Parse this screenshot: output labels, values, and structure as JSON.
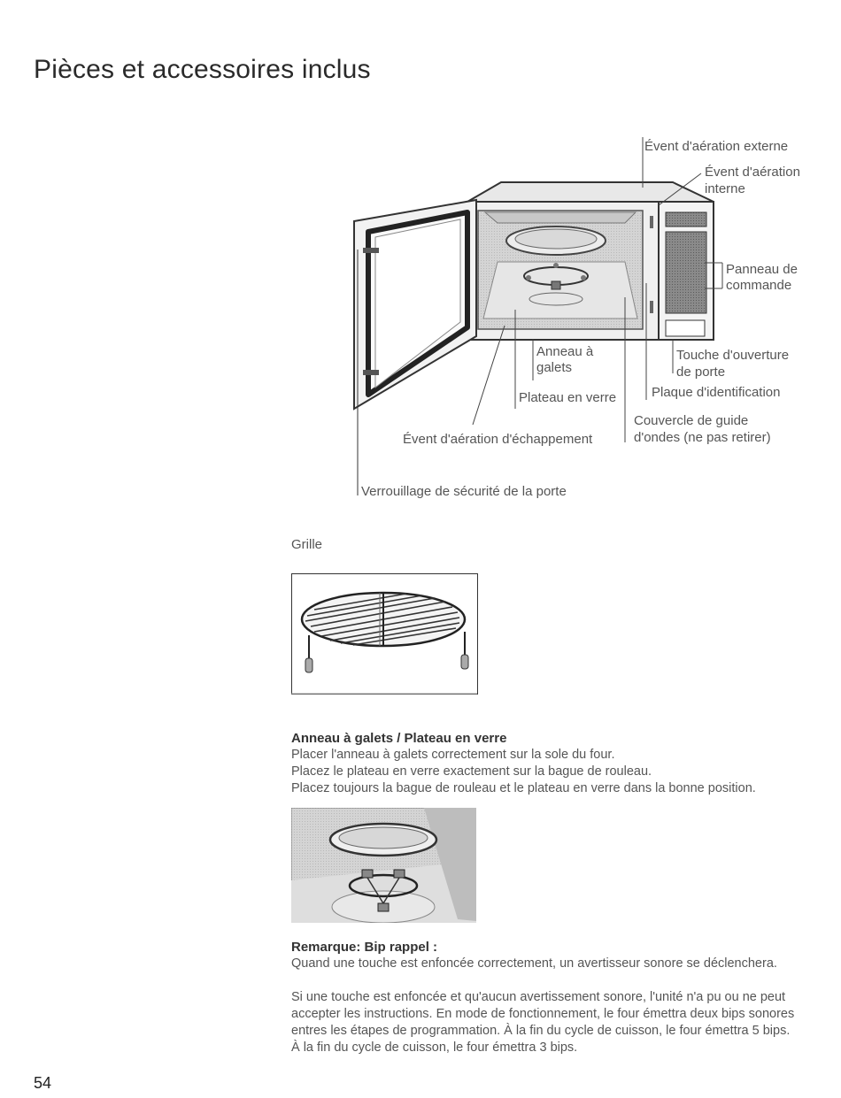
{
  "page": {
    "title": "Pièces et accessoires inclus",
    "page_number": "54"
  },
  "diagram": {
    "labels": {
      "vent_external": "Évent d'aération externe",
      "vent_internal_1": "Évent d'aération",
      "vent_internal_2": "interne",
      "control_panel_1": "Panneau de",
      "control_panel_2": "commande",
      "roller_ring_1": "Anneau à",
      "roller_ring_2": "galets",
      "door_button_1": "Touche d'ouverture",
      "door_button_2": "de porte",
      "glass_tray": "Plateau en verre",
      "id_plate": "Plaque d'identification",
      "waveguide_1": "Couvercle de guide",
      "waveguide_2": "d'ondes (ne pas retirer)",
      "exhaust_vent": "Évent d'aération d'échappement",
      "door_lock": "Verrouillage de sécurité de la porte"
    }
  },
  "rack": {
    "caption": "Grille"
  },
  "ring_section": {
    "heading": "Anneau à galets / Plateau en verre",
    "lines": [
      "Placer l'anneau à galets correctement sur la sole du four.",
      "Placez le plateau en verre exactement sur la bague de rouleau.",
      "Placez toujours la bague de rouleau et le plateau en verre dans la bonne position."
    ]
  },
  "note_section": {
    "heading": "Remarque:  Bip rappel :",
    "paragraph_1": "Quand une touche est enfoncée correctement, un avertisseur sonore se déclenchera.",
    "paragraph_2": "Si une touche est enfoncée et qu'aucun avertissement sonore, l'unité n'a pu ou ne peut accepter les instructions. En mode de fonctionnement, le four émettra deux bips sonores entres les étapes de programmation. À la fin du cycle de cuisson, le four émettra 5 bips. À la fin du cycle de cuisson, le four émettra 3 bips."
  }
}
